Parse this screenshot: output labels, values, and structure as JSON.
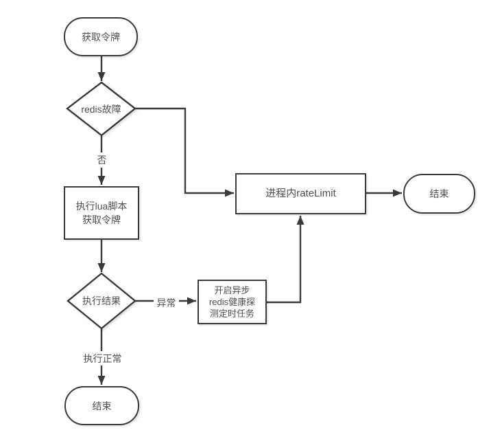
{
  "diagram": {
    "nodes": {
      "start": {
        "label": "获取令牌"
      },
      "redis_fault_decision": {
        "label": "redis故障"
      },
      "run_lua_script": {
        "lines": [
          "执行lua脚本",
          "获取令牌"
        ]
      },
      "exec_result_decision": {
        "label": "执行结果"
      },
      "health_check_task": {
        "lines": [
          "开启异步",
          "redis健康探",
          "测定时任务"
        ]
      },
      "in_process_ratelimit": {
        "label": "进程内rateLimit"
      },
      "end_right": {
        "label": "结束"
      },
      "end_bottom": {
        "label": "结束"
      }
    },
    "edge_labels": {
      "no": "否",
      "abnormal": "异常",
      "normal": "执行正常"
    },
    "colors": {
      "stroke": "#3a3a3a",
      "text": "#4f4f4f",
      "background": "#ffffff"
    }
  }
}
